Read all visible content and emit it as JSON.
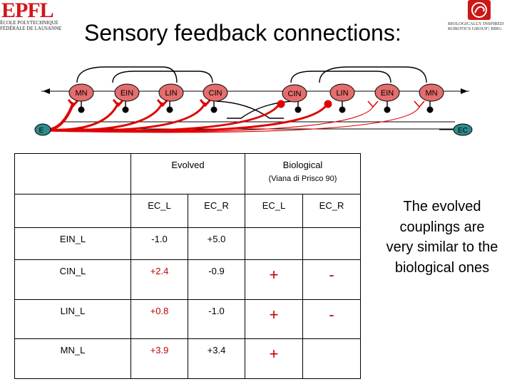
{
  "slide": {
    "title": "Sensory feedback connections:",
    "side_note": "The evolved couplings are very similar to the biological ones"
  },
  "logos": {
    "left": {
      "mark": "EPFL",
      "line1": "ÉCOLE POLYTECHNIQUE",
      "line2": "FÉDÉRALE DE LAUSANNE"
    },
    "right": {
      "line1": "BIOLOGICALLY INSPIRED",
      "line2": "ROBOTICS GROUP | BIRG"
    }
  },
  "diagram": {
    "neurons_left": [
      "MN",
      "EIN",
      "LIN",
      "CIN"
    ],
    "neurons_right": [
      "CIN",
      "LIN",
      "EIN",
      "MN"
    ],
    "sensor_left": "E",
    "sensor_right": "EC",
    "colors": {
      "neuron_fill": "#e46d6d",
      "sensor_fill": "#2e8b8b",
      "feedback": "#e00000",
      "wiring": "#000000"
    }
  },
  "table": {
    "group_headers": {
      "evolved": "Evolved",
      "biological": "Biological",
      "biological_source": "(Viana di Prisco 90)"
    },
    "column_headers": [
      "EC_L",
      "EC_R",
      "EC_L",
      "EC_R"
    ],
    "rows": [
      {
        "label": "EIN_L",
        "evolved_l": "-1.0",
        "evolved_r": "+5.0",
        "bio_l": "",
        "bio_r": ""
      },
      {
        "label": "CIN_L",
        "evolved_l": "+2.4",
        "evolved_r": "-0.9",
        "bio_l": "+",
        "bio_r": "-"
      },
      {
        "label": "LIN_L",
        "evolved_l": "+0.8",
        "evolved_r": "-1.0",
        "bio_l": "+",
        "bio_r": "-"
      },
      {
        "label": "MN_L",
        "evolved_l": "+3.9",
        "evolved_r": "+3.4",
        "bio_l": "+",
        "bio_r": ""
      }
    ],
    "colors": {
      "positive_evolved": "#c00000",
      "positive_bio": "#c00000",
      "default": "#000000"
    }
  }
}
